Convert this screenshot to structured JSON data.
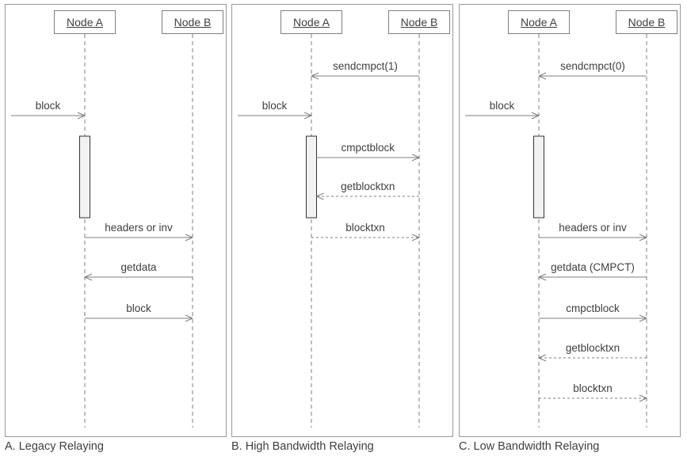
{
  "diagram": {
    "type": "sequence-diagram",
    "subject": "compact block relay message flows",
    "colors": {
      "line": "#7f7f7f",
      "text": "#3f3f3f",
      "panel_border": "#9a9a9a",
      "activation_fill": "#f2f2f2",
      "activation_border": "#333333",
      "background": "#ffffff"
    },
    "panels": [
      {
        "id": "A",
        "caption": "A. Legacy Relaying",
        "nodes": [
          {
            "label": "Node A"
          },
          {
            "label": "Node B"
          }
        ],
        "activation": {
          "node": "A"
        },
        "messages": [
          {
            "label": "block",
            "from": "external",
            "to": "A",
            "line": "solid",
            "slot": 1
          },
          {
            "label": "headers or inv",
            "from": "A",
            "to": "B",
            "line": "solid",
            "slot": 4
          },
          {
            "label": "getdata",
            "from": "B",
            "to": "A",
            "line": "solid",
            "slot": 5
          },
          {
            "label": "block",
            "from": "A",
            "to": "B",
            "line": "solid",
            "slot": 6
          }
        ]
      },
      {
        "id": "B",
        "caption": "B. High Bandwidth Relaying",
        "nodes": [
          {
            "label": "Node A"
          },
          {
            "label": "Node B"
          }
        ],
        "activation": {
          "node": "A"
        },
        "messages": [
          {
            "label": "sendcmpct(1)",
            "from": "B",
            "to": "A",
            "line": "solid",
            "slot": 0
          },
          {
            "label": "block",
            "from": "external",
            "to": "A",
            "line": "solid",
            "slot": 1
          },
          {
            "label": "cmpctblock",
            "from": "A",
            "to": "B",
            "line": "solid",
            "slot": 2,
            "at_bar": true
          },
          {
            "label": "getblocktxn",
            "from": "B",
            "to": "A",
            "line": "dashed",
            "slot": 3,
            "at_bar": true
          },
          {
            "label": "blocktxn",
            "from": "A",
            "to": "B",
            "line": "dashed",
            "slot": 4
          }
        ]
      },
      {
        "id": "C",
        "caption": "C. Low Bandwidth Relaying",
        "nodes": [
          {
            "label": "Node A"
          },
          {
            "label": "Node B"
          }
        ],
        "activation": {
          "node": "A"
        },
        "messages": [
          {
            "label": "sendcmpct(0)",
            "from": "B",
            "to": "A",
            "line": "solid",
            "slot": 0
          },
          {
            "label": "block",
            "from": "external",
            "to": "A",
            "line": "solid",
            "slot": 1
          },
          {
            "label": "headers or inv",
            "from": "A",
            "to": "B",
            "line": "solid",
            "slot": 4
          },
          {
            "label": "getdata (CMPCT)",
            "from": "B",
            "to": "A",
            "line": "solid",
            "slot": 5
          },
          {
            "label": "cmpctblock",
            "from": "A",
            "to": "B",
            "line": "solid",
            "slot": 6
          },
          {
            "label": "getblocktxn",
            "from": "B",
            "to": "A",
            "line": "dashed",
            "slot": 7
          },
          {
            "label": "blocktxn",
            "from": "A",
            "to": "B",
            "line": "dashed",
            "slot": 8
          }
        ]
      }
    ]
  }
}
